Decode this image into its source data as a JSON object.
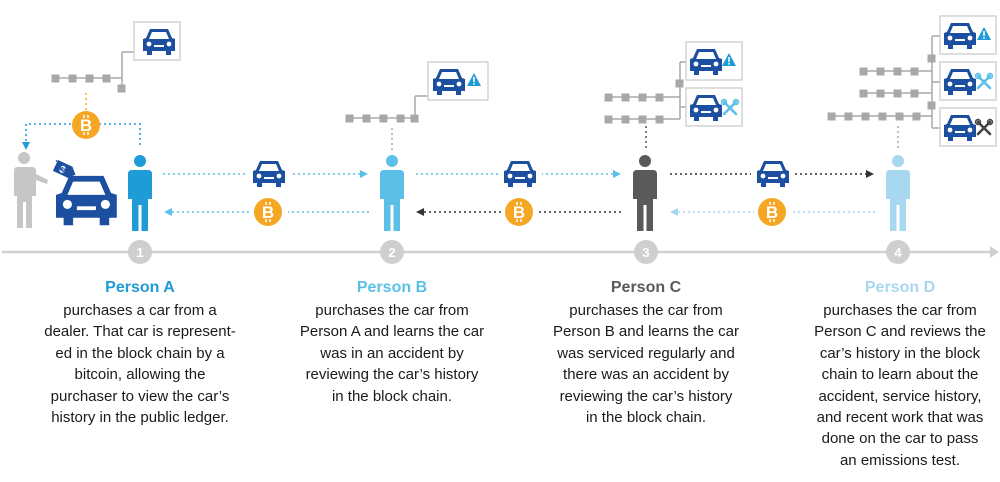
{
  "colors": {
    "navy": "#1d4fa0",
    "blue_a": "#1f9bd7",
    "blue_b": "#5cbfe8",
    "gray_c": "#5a5a5a",
    "blue_d": "#a8d8f0",
    "dealer_gray": "#c6c6c6",
    "bitcoin": "#f5a623",
    "chain_gray": "#a8a8a8",
    "timeline": "#d0d0d0",
    "alert_blue": "#1f9bd7"
  },
  "icons": [
    "car-icon",
    "bitcoin-icon",
    "person-icon",
    "price-tag-icon",
    "warning-icon",
    "wrench-icon",
    "tools-icon"
  ],
  "steps": [
    {
      "number": "1",
      "name": "Person A",
      "name_color": "#1f9bd7",
      "description": [
        "purchases a car from a",
        "dealer. That car is represent-",
        "ed in the block chain by a",
        "bitcoin, allowing the",
        "purchaser to view the car’s",
        "history in the public ledger."
      ]
    },
    {
      "number": "2",
      "name": "Person B",
      "name_color": "#5cbfe8",
      "description": [
        "purchases the car from",
        "Person A and learns the car",
        "was in an accident by",
        "reviewing the car’s history",
        "in the block chain."
      ]
    },
    {
      "number": "3",
      "name": "Person C",
      "name_color": "#5a5a5a",
      "description": [
        "purchases the car from",
        "Person B and learns the car",
        "was serviced regularly and",
        "there was an accident by",
        "reviewing the car’s history",
        "in the block chain."
      ]
    },
    {
      "number": "4",
      "name": "Person D",
      "name_color": "#a8d8f0",
      "description": [
        "purchases the car from",
        "Person C and reviews the",
        "car’s history in the block",
        "chain to learn about the",
        "accident, service history,",
        "and recent work that was",
        "done on the car to pass",
        "an emissions test."
      ]
    }
  ],
  "price_tag_symbol": "$",
  "bitcoin_symbol": "B"
}
